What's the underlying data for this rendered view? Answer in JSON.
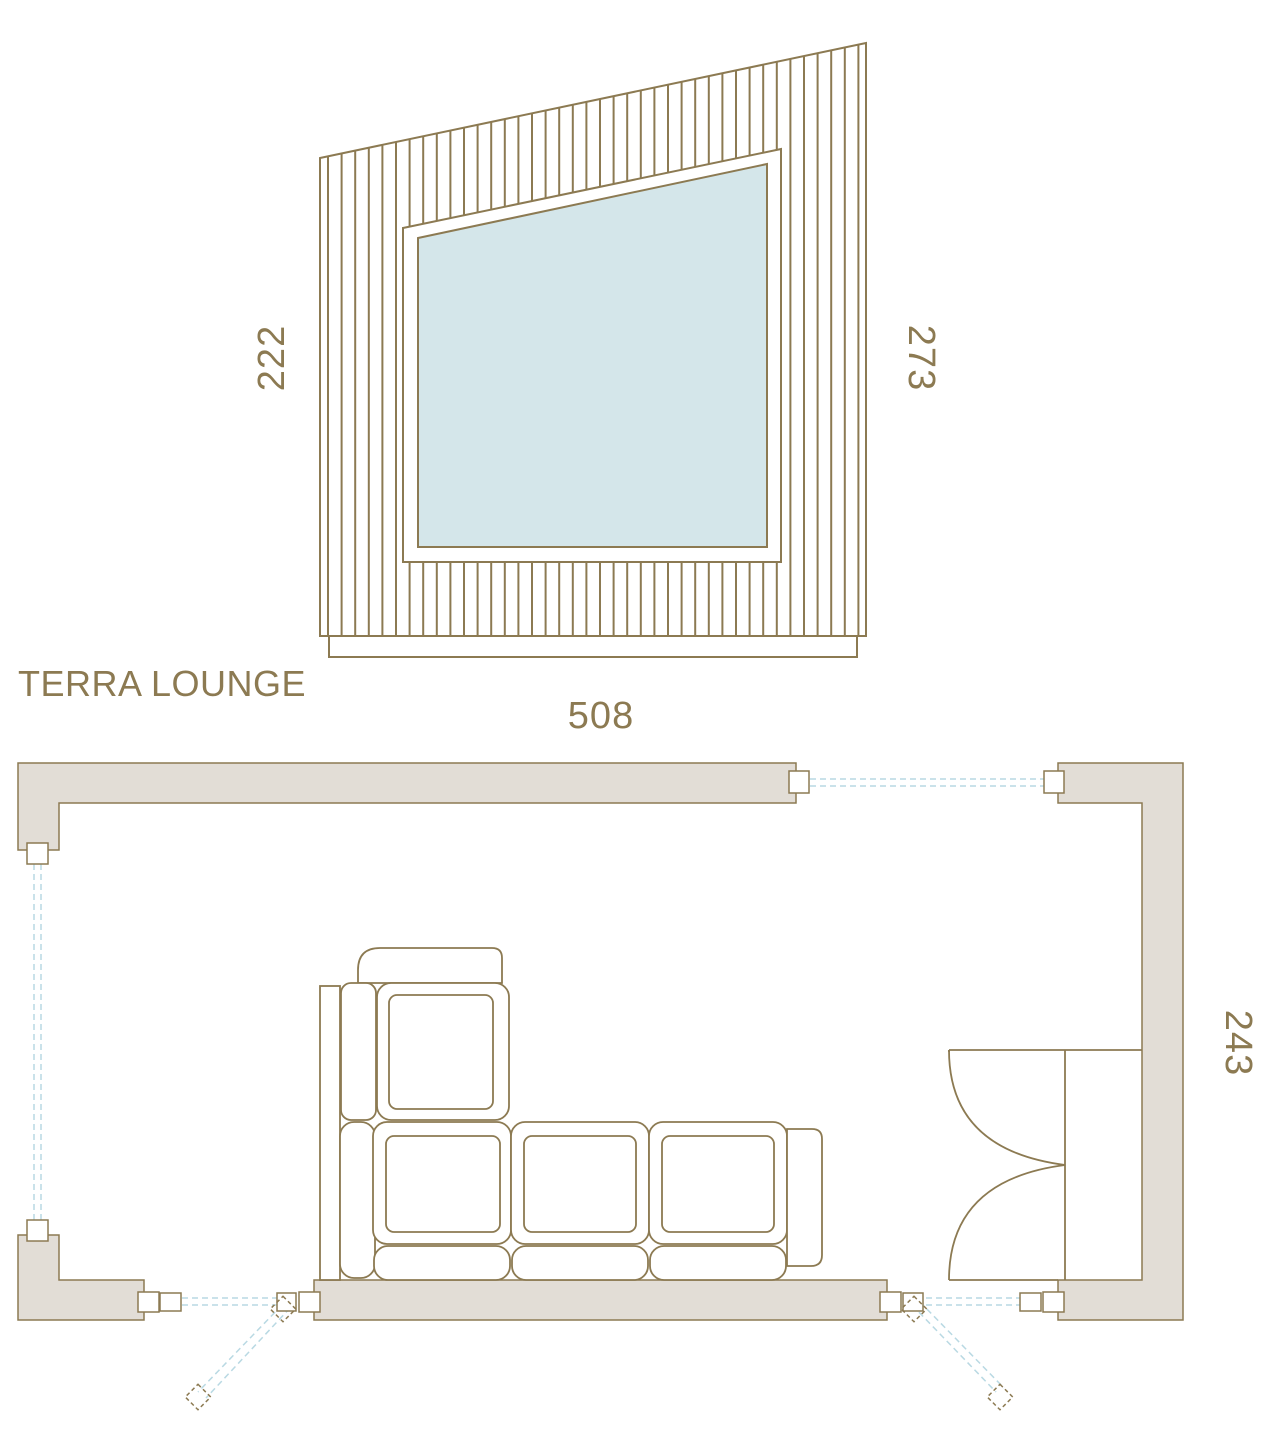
{
  "title": "TERRA LOUNGE",
  "dimensions": {
    "left_height": "222",
    "right_height": "273",
    "width": "508",
    "depth": "243"
  },
  "colors": {
    "line": "#8c7a52",
    "glass": "#d4e6ea",
    "wall": "#e2ddd6",
    "glazing_line": "#b9d9e3"
  }
}
